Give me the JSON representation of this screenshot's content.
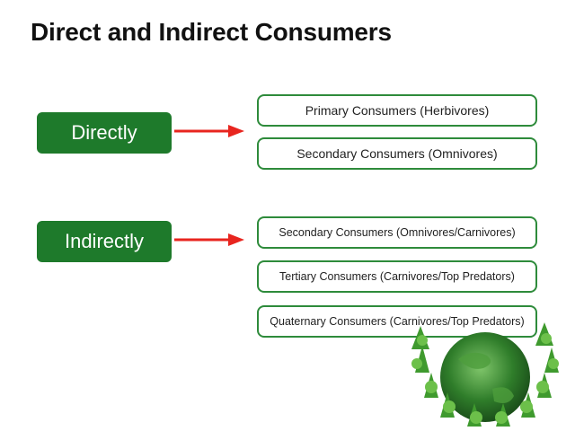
{
  "title": "Direct and Indirect Consumers",
  "groups": [
    {
      "label": "Directly",
      "items": [
        "Primary Consumers (Herbivores)",
        "Secondary Consumers (Omnivores)"
      ]
    },
    {
      "label": "Indirectly",
      "items": [
        "Secondary Consumers (Omnivores/Carnivores)",
        "Tertiary Consumers (Carnivores/Top Predators)",
        "Quaternary Consumers (Carnivores/Top Predators)"
      ]
    }
  ],
  "colors": {
    "label_bg": "#1e7a2b",
    "box_border": "#2e8b3b",
    "arrow": "#e8251f"
  }
}
